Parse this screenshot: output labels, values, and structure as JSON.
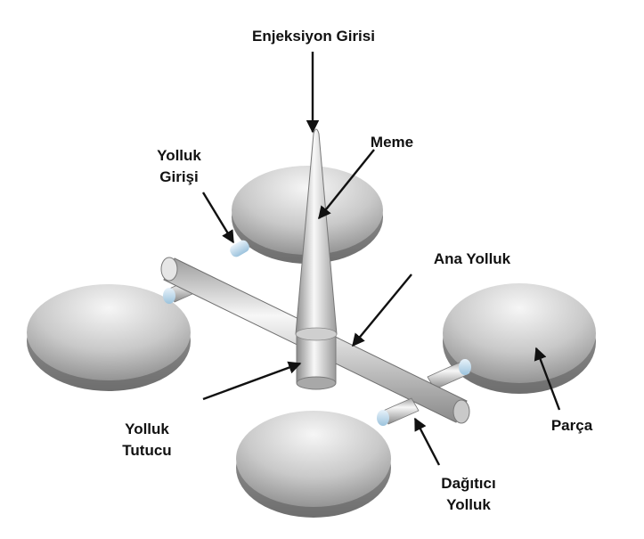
{
  "labels": {
    "injection": "Enjeksiyon Girisi",
    "nozzle": "Meme",
    "runner_entry_line1": "Yolluk",
    "runner_entry_line2": "Girişi",
    "main_runner": "Ana Yolluk",
    "part": "Parça",
    "holder_line1": "Yolluk",
    "holder_line2": "Tutucu",
    "distributor_line1": "Dağıtıcı",
    "distributor_line2": "Yolluk"
  },
  "colors": {
    "part_light": "#f4f4f4",
    "part_dark": "#8a8a8a",
    "gate_blue": "#b9d6ea",
    "arrow": "#111111"
  }
}
